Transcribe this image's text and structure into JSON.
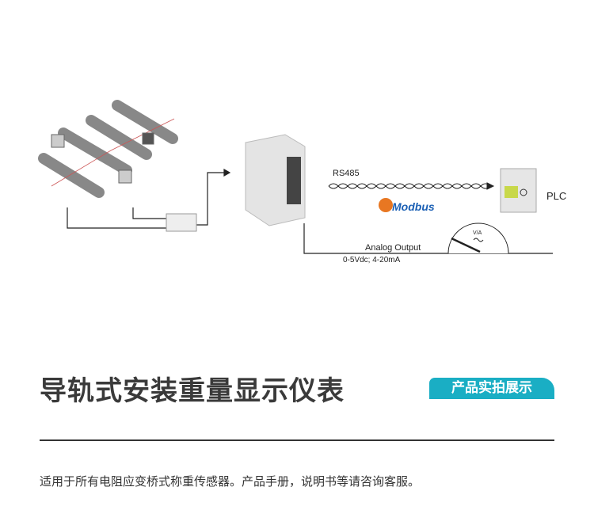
{
  "diagram": {
    "rs485_label": "RS485",
    "protocol_logo": "Modbus",
    "plc_label": "PLC",
    "meter_label": "V/A",
    "analog_output_label": "Analog Output",
    "analog_range_label": "0-5Vdc; 4-20mA"
  },
  "title": "导轨式安装重量显示仪表",
  "badge": "产品实拍展示",
  "description": "适用于所有电阻应变桥式称重传感器。产品手册，说明书等请咨询客服。",
  "colors": {
    "accent": "#1aaec4",
    "modbus_blue": "#1a5fb4"
  }
}
